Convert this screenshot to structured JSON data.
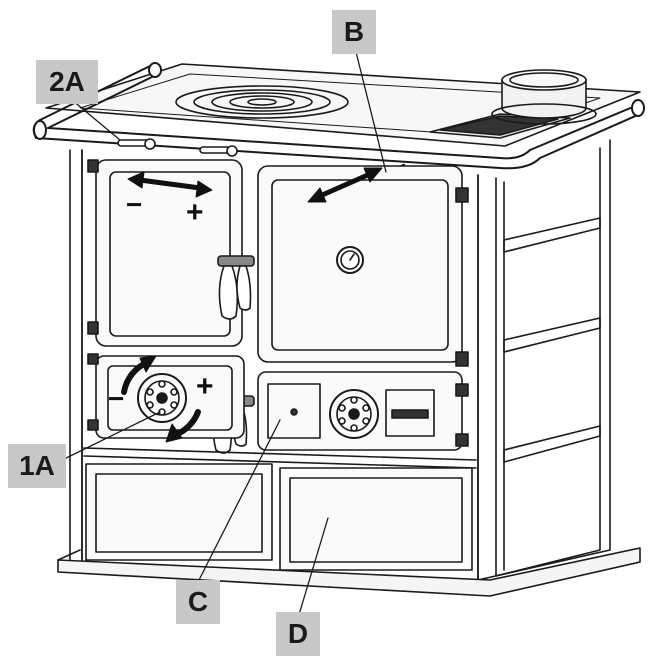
{
  "callouts": {
    "a2": "2A",
    "b": "B",
    "a1": "1A",
    "c": "C",
    "d": "D"
  },
  "signs": {
    "minus": "−",
    "plus": "+"
  },
  "icons": [
    "thermometer-dial-icon",
    "air-regulator-knob-icon",
    "door-handle-icon",
    "bidirectional-arrow-icon",
    "rotation-arrow-icon"
  ],
  "colors": {
    "outline": "#1a1a1a",
    "callout_bg": "#c8c8c8",
    "panel_fill": "#f4f4f4"
  }
}
